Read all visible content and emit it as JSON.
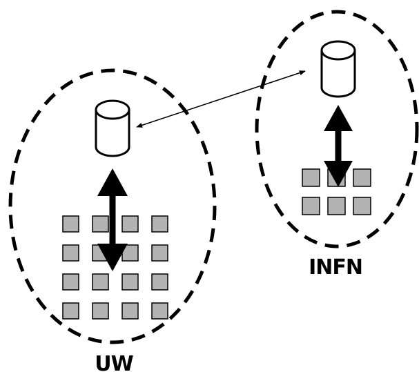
{
  "sites": {
    "uw": {
      "label": "UW",
      "node_rows": 4,
      "node_cols": 4
    },
    "infn": {
      "label": "INFN",
      "node_rows": 2,
      "node_cols": 3
    }
  },
  "colors": {
    "stroke": "#000000",
    "node_fill": "#b3b3b3",
    "background": "#ffffff"
  },
  "icons": {
    "storage": "database-cylinder-icon",
    "node": "compute-node-square"
  }
}
